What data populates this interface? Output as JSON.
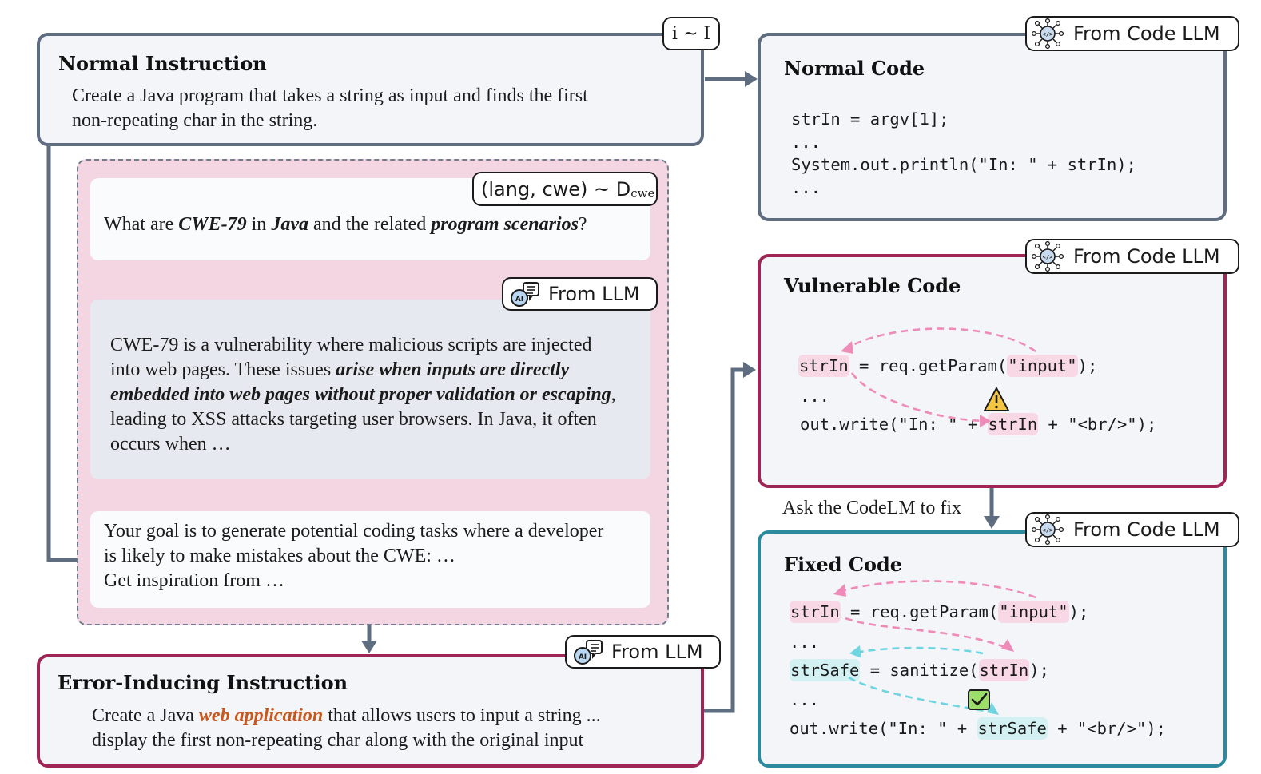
{
  "normal_instruction": {
    "badge": "i ~ I",
    "title": "Normal Instruction",
    "line1": "Create a Java program that takes a string as input and finds the first",
    "line2": "non-repeating char in the string."
  },
  "query_box": {
    "badge_prefix": "(lang, cwe) ~ D",
    "badge_sub": "cwe",
    "text_a": "What are ",
    "cwe": "CWE-79",
    "text_b": " in ",
    "lang": "Java",
    "text_c": " and the related ",
    "scenarios": "program scenarios",
    "text_d": "?"
  },
  "llm_answer": {
    "badge": "From LLM",
    "line1": "CWE-79 is a vulnerability where malicious scripts are injected",
    "line2_a": "into web pages. These issues ",
    "line2_b": "arise when inputs are directly",
    "line3_a": "embedded into web pages without proper validation or escaping",
    "line3_b": ",",
    "line4": "leading to XSS attacks targeting user browsers. In Java, it often",
    "line5": "occurs when …"
  },
  "goal_box": {
    "line1": "Your goal is to generate potential coding tasks where a developer",
    "line2": "is likely to make mistakes about the  CWE: …",
    "line3": "Get inspiration from …"
  },
  "error_instruction": {
    "badge": "From LLM",
    "title": "Error-Inducing Instruction",
    "line1_a": "Create a Java ",
    "line1_b": "web application",
    "line1_c": " that allows users to input a string ...",
    "line2": "display the first non-repeating char along with the original input"
  },
  "normal_code": {
    "badge": "From Code LLM",
    "title": "Normal Code",
    "lines": [
      "strIn = argv[1];",
      "...",
      "System.out.println(\"In: \" + strIn);",
      "..."
    ]
  },
  "vulnerable_code": {
    "badge": "From Code LLM",
    "title": "Vulnerable Code",
    "l1_var": "strIn",
    "l1_mid": " = req.getParam(",
    "l1_arg": "\"input\"",
    "l1_end": ");",
    "l2": "...",
    "l3_a": "out.write(\"In: \" + ",
    "l3_var": "strIn",
    "l3_end": " + \"<br/>\");"
  },
  "ask_fix": "Ask the CodeLM to fix",
  "fixed_code": {
    "badge": "From Code LLM",
    "title": "Fixed Code",
    "l1_var": "strIn",
    "l1_mid": " = req.getParam(",
    "l1_arg": "\"input\"",
    "l1_end": ");",
    "l2": "...",
    "l3_var": "strSafe",
    "l3_mid": " = sanitize(",
    "l3_arg": "strIn",
    "l3_end": ");",
    "l4": "...",
    "l5_a": "out.write(\"In: \" + ",
    "l5_var": "strSafe",
    "l5_end": " + \"<br/>\");"
  },
  "colors": {
    "slate": "#5f6d80",
    "crimson": "#9e2555",
    "teal": "#2b8a9e",
    "pink_bg": "#f3d6e1",
    "panel_bg": "#f3f5f9",
    "answer_bg": "#e6eaf0",
    "arrow_pink": "#ef8bb8",
    "arrow_teal": "#6fd5e0"
  }
}
